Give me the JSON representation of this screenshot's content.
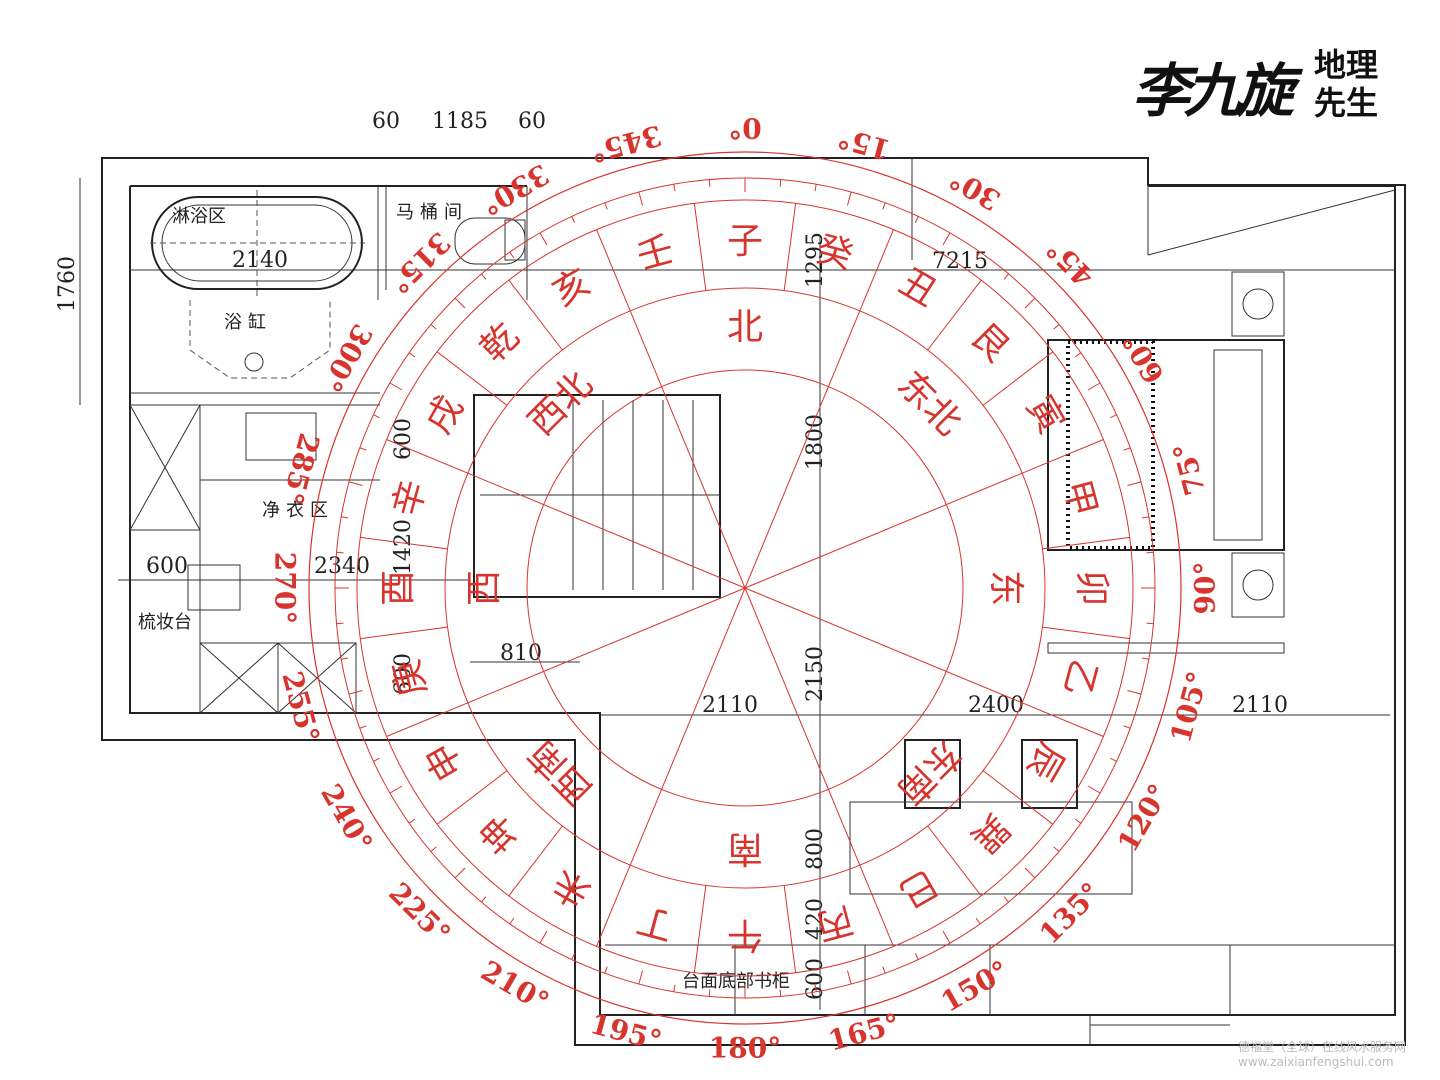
{
  "logo": {
    "brand": "李九旋",
    "subtitle": "地理先生"
  },
  "watermark": {
    "line1": "德福堂（全球）在线风水服务网",
    "line2": "www.zaixianfengshui.com"
  },
  "plan": {
    "dims": [
      {
        "id": "d60a",
        "text": "60"
      },
      {
        "id": "d1185",
        "text": "1185"
      },
      {
        "id": "d60b",
        "text": "60"
      },
      {
        "id": "d1760",
        "text": "1760"
      },
      {
        "id": "d2140",
        "text": "2140"
      },
      {
        "id": "d1295",
        "text": "1295"
      },
      {
        "id": "d7215",
        "text": "7215"
      },
      {
        "id": "d1800",
        "text": "1800"
      },
      {
        "id": "d600a",
        "text": "600"
      },
      {
        "id": "d600b",
        "text": "600"
      },
      {
        "id": "d2340",
        "text": "2340"
      },
      {
        "id": "d1420",
        "text": "1420"
      },
      {
        "id": "d810",
        "text": "810"
      },
      {
        "id": "d600c",
        "text": "600"
      },
      {
        "id": "d2110a",
        "text": "2110"
      },
      {
        "id": "d2150",
        "text": "2150"
      },
      {
        "id": "d2400",
        "text": "2400"
      },
      {
        "id": "d2110b",
        "text": "2110"
      },
      {
        "id": "d800",
        "text": "800"
      },
      {
        "id": "d420",
        "text": "420"
      },
      {
        "id": "d600d",
        "text": "600"
      }
    ],
    "rooms": [
      {
        "id": "shower",
        "text": "淋浴区"
      },
      {
        "id": "toilet",
        "text": "马桶间"
      },
      {
        "id": "bathtub",
        "text": "浴缸"
      },
      {
        "id": "wash",
        "text": "净衣区"
      },
      {
        "id": "vanity",
        "text": "梳妆台"
      },
      {
        "id": "bookcase",
        "text": "台面底部书柜"
      }
    ]
  },
  "compass": {
    "degrees": [
      "0",
      "15",
      "30",
      "45",
      "60",
      "75",
      "90",
      "105",
      "120",
      "135",
      "150",
      "165",
      "180",
      "195",
      "210",
      "225",
      "240",
      "255",
      "270",
      "285",
      "300",
      "315",
      "330",
      "345"
    ],
    "mountains": [
      "子",
      "癸",
      "丑",
      "艮",
      "寅",
      "甲",
      "卯",
      "乙",
      "辰",
      "巽",
      "巳",
      "丙",
      "午",
      "丁",
      "未",
      "坤",
      "申",
      "庚",
      "酉",
      "辛",
      "戌",
      "乾",
      "亥",
      "壬"
    ],
    "directions": [
      "北",
      "东北",
      "东",
      "东南",
      "南",
      "西南",
      "西",
      "西北"
    ],
    "color": "#d8342e"
  }
}
